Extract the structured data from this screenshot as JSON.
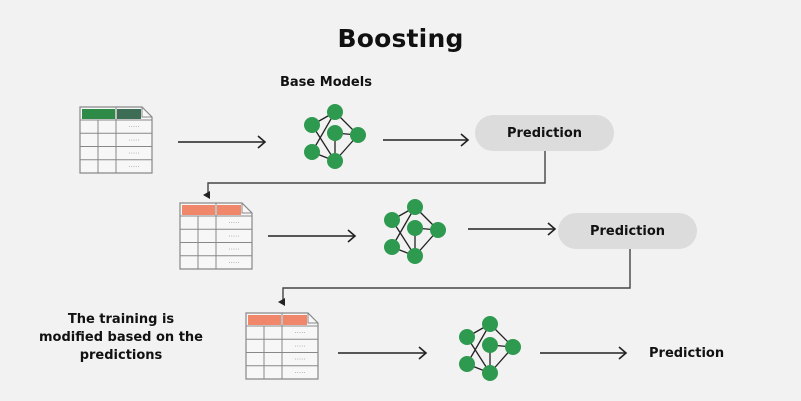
{
  "title": "Boosting",
  "base_models_label": "Base Models",
  "rows": [
    {
      "prediction_label": "Prediction",
      "header_color": "#2e8b47",
      "header_color_2": "#3d6e55"
    },
    {
      "prediction_label": "Prediction",
      "header_color": "#f0876a",
      "header_color_2": "#f0876a"
    },
    {
      "prediction_label": "Prediction",
      "header_color": "#f0876a",
      "header_color_2": "#f0876a"
    }
  ],
  "note": "The training is modified based on the predictions",
  "colors": {
    "background": "#f2f2f2",
    "node_green": "#2e9a4f",
    "pill_gray": "#dcdcdc",
    "line": "#222222",
    "table_border": "#888888"
  }
}
